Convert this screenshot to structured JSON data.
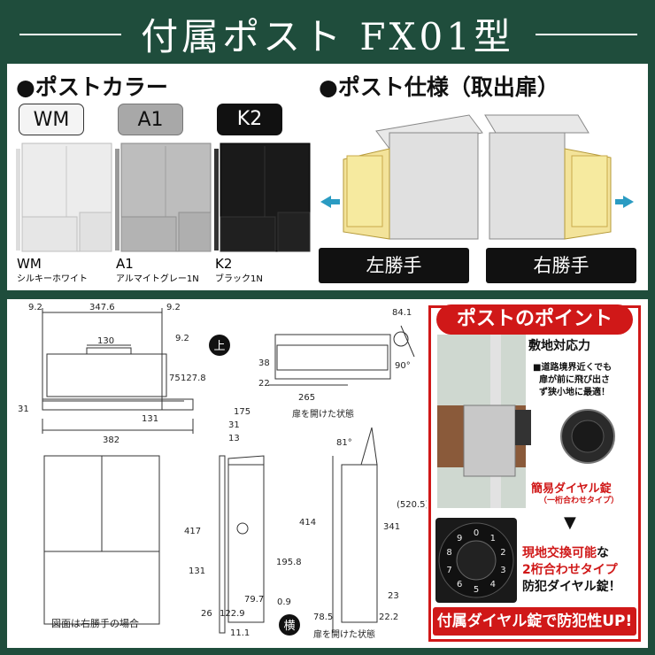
{
  "header": {
    "title": "付属ポスト FX01型"
  },
  "colors_section": {
    "title": "●ポストカラー",
    "badges": [
      {
        "label": "WM",
        "bg": "#f4f4f4",
        "fg": "#111111"
      },
      {
        "label": "A1",
        "bg": "#a8a8a8",
        "fg": "#111111"
      },
      {
        "label": "K2",
        "bg": "#111111",
        "fg": "#ffffff"
      }
    ],
    "posts": [
      {
        "code": "WM",
        "name": "シルキーホワイト"
      },
      {
        "code": "A1",
        "name": "アルマイトグレー1N"
      },
      {
        "code": "K2",
        "name": "ブラック1N"
      }
    ]
  },
  "spec_section": {
    "title": "●ポスト仕様（取出扉）",
    "left_label": "左勝手",
    "right_label": "右勝手"
  },
  "drawing": {
    "top_view_label": "上",
    "side_view_label": "横",
    "door_open_label_top": "扉を開けた状態",
    "door_open_label_side": "扉を開けた状態",
    "note": "図面は右勝手の場合",
    "dims": {
      "d9_2a": "9.2",
      "d347_6": "347.6",
      "d9_2b": "9.2",
      "d130": "130",
      "d9_2c": "9.2",
      "d75": "75",
      "d127_8": "127.8",
      "d31a": "31",
      "d131a": "131",
      "d382": "382",
      "d84_1": "84.1",
      "d22": "22",
      "d38": "38",
      "d265": "265",
      "d90": "90°",
      "d175": "175",
      "d31b": "31",
      "d13": "13",
      "d417": "417",
      "d414": "414",
      "d131b": "131",
      "d195_8": "195.8",
      "d79_7": "79.7",
      "d26": "26",
      "d122_9": "122.9",
      "d11_1": "11.1",
      "d0_9": "0.9",
      "d81": "81°",
      "d341": "341",
      "d520_5": "(520.5)",
      "d23": "23",
      "d78_5": "78.5",
      "d22_2": "22.2"
    }
  },
  "point_panel": {
    "heading": "ポストのポイント",
    "feature1_title": "敷地対応力",
    "feature1_desc": [
      "■道路境界近くでも",
      "扉が前に飛び出さ",
      "ず狭小地に最適！"
    ],
    "feature2_title": "簡易ダイヤル錠",
    "feature2_sub": "（一桁合わせタイプ）",
    "arrow": "▼",
    "feature3_line1a": "現地交換可能",
    "feature3_line1b": "な",
    "feature3_line2a": "2桁合わせタイプ",
    "feature3_line3": "防犯ダイヤル錠！",
    "dial_digits": [
      "0",
      "1",
      "2",
      "3",
      "4",
      "5",
      "6",
      "7",
      "8",
      "9"
    ],
    "footer": "付属ダイヤル錠で防犯性UP!"
  }
}
